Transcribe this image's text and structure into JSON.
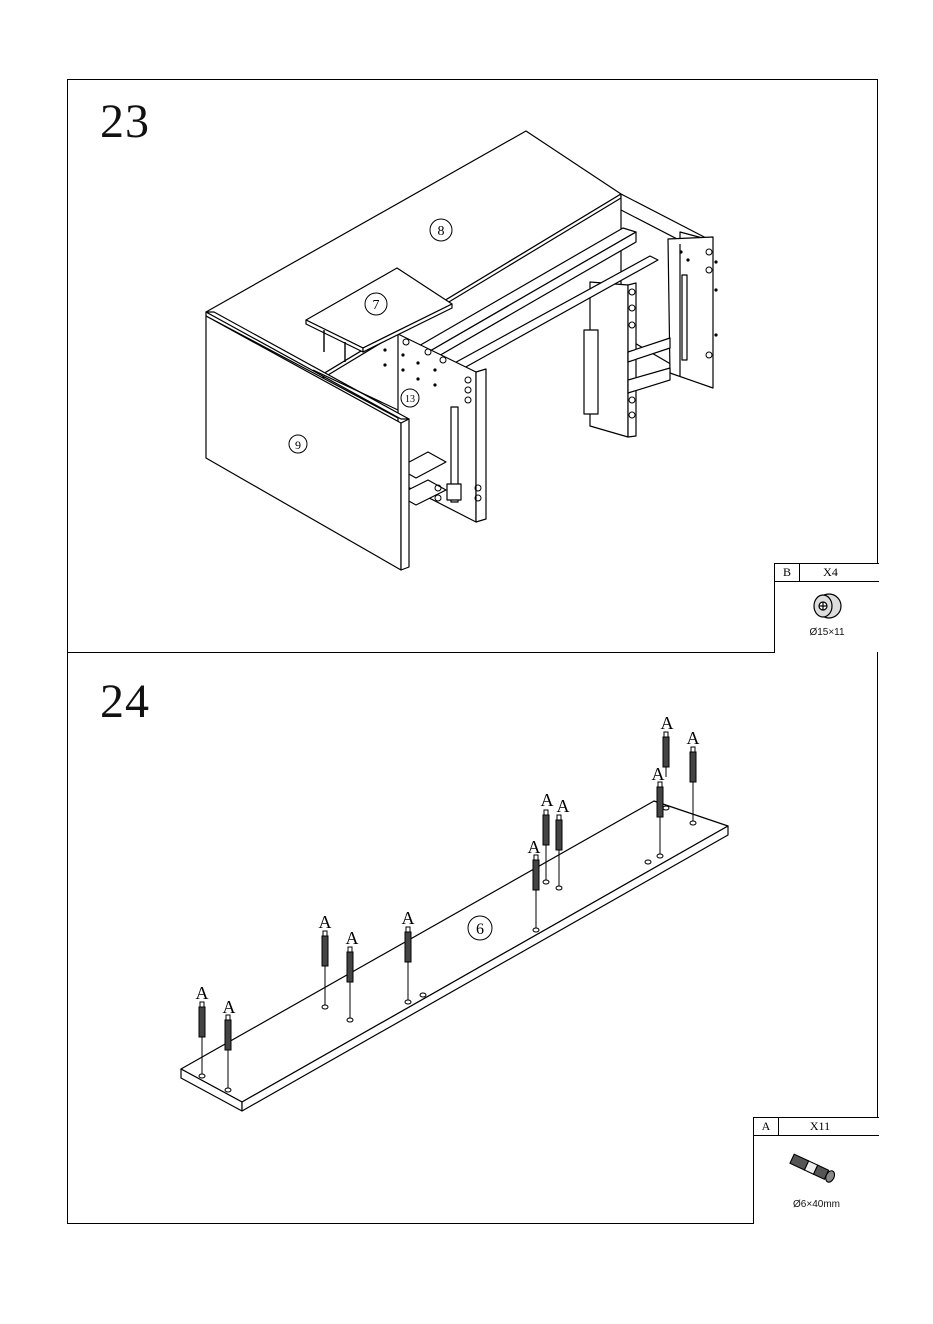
{
  "steps": [
    {
      "number": "23",
      "part_labels": [
        "8",
        "7",
        "13",
        "9"
      ],
      "hardware": {
        "code": "B",
        "quantity": "X4",
        "spec": "Ø15×11",
        "icon": "cam-lock-icon"
      }
    },
    {
      "number": "24",
      "part_labels": [
        "6"
      ],
      "dowel_label": "A",
      "hardware": {
        "code": "A",
        "quantity": "X11",
        "spec": "Ø6×40mm",
        "icon": "cam-bolt-icon"
      }
    }
  ]
}
